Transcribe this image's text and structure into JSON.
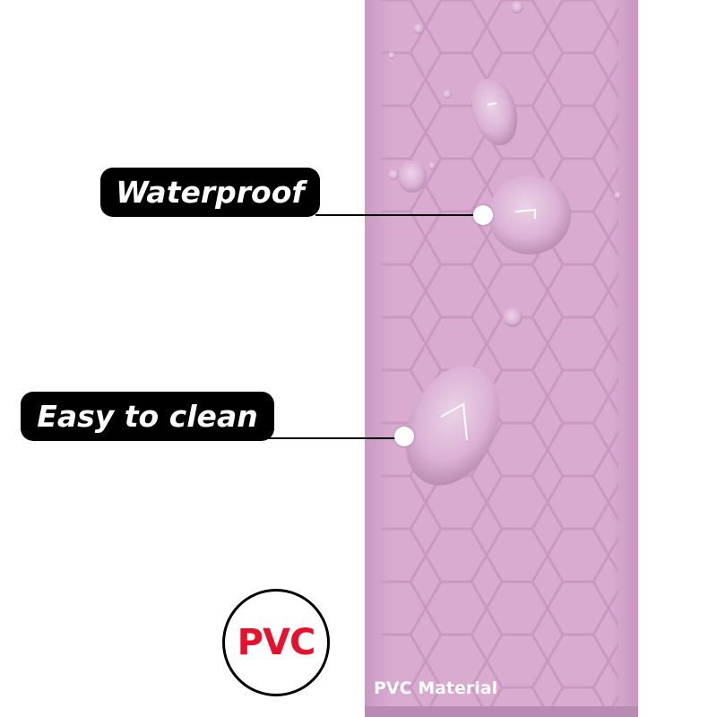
{
  "callouts": {
    "waterproof": "Waterproof",
    "easy_clean": "Easy to clean"
  },
  "badge": {
    "label": "PVC",
    "label_color": "#e8112d"
  },
  "caption": "PVC Material",
  "colors": {
    "strap": "#d8a9d0",
    "hex_line": "#c997c0",
    "callout_bg": "#000000",
    "callout_text": "#ffffff"
  }
}
